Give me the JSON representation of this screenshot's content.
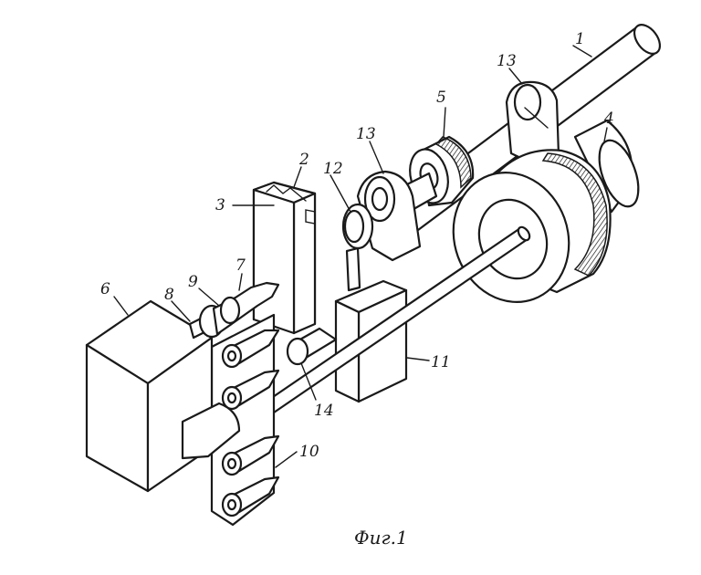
{
  "figure": {
    "caption": "Фиг.1",
    "labels": {
      "l1": "1",
      "l2": "2",
      "l3": "3",
      "l4": "4",
      "l5": "5",
      "l6": "6",
      "l7": "7",
      "l8": "8",
      "l9": "9",
      "l10": "10",
      "l11": "11",
      "l12": "12",
      "l13a": "13",
      "l13b": "13",
      "l14": "14"
    }
  }
}
